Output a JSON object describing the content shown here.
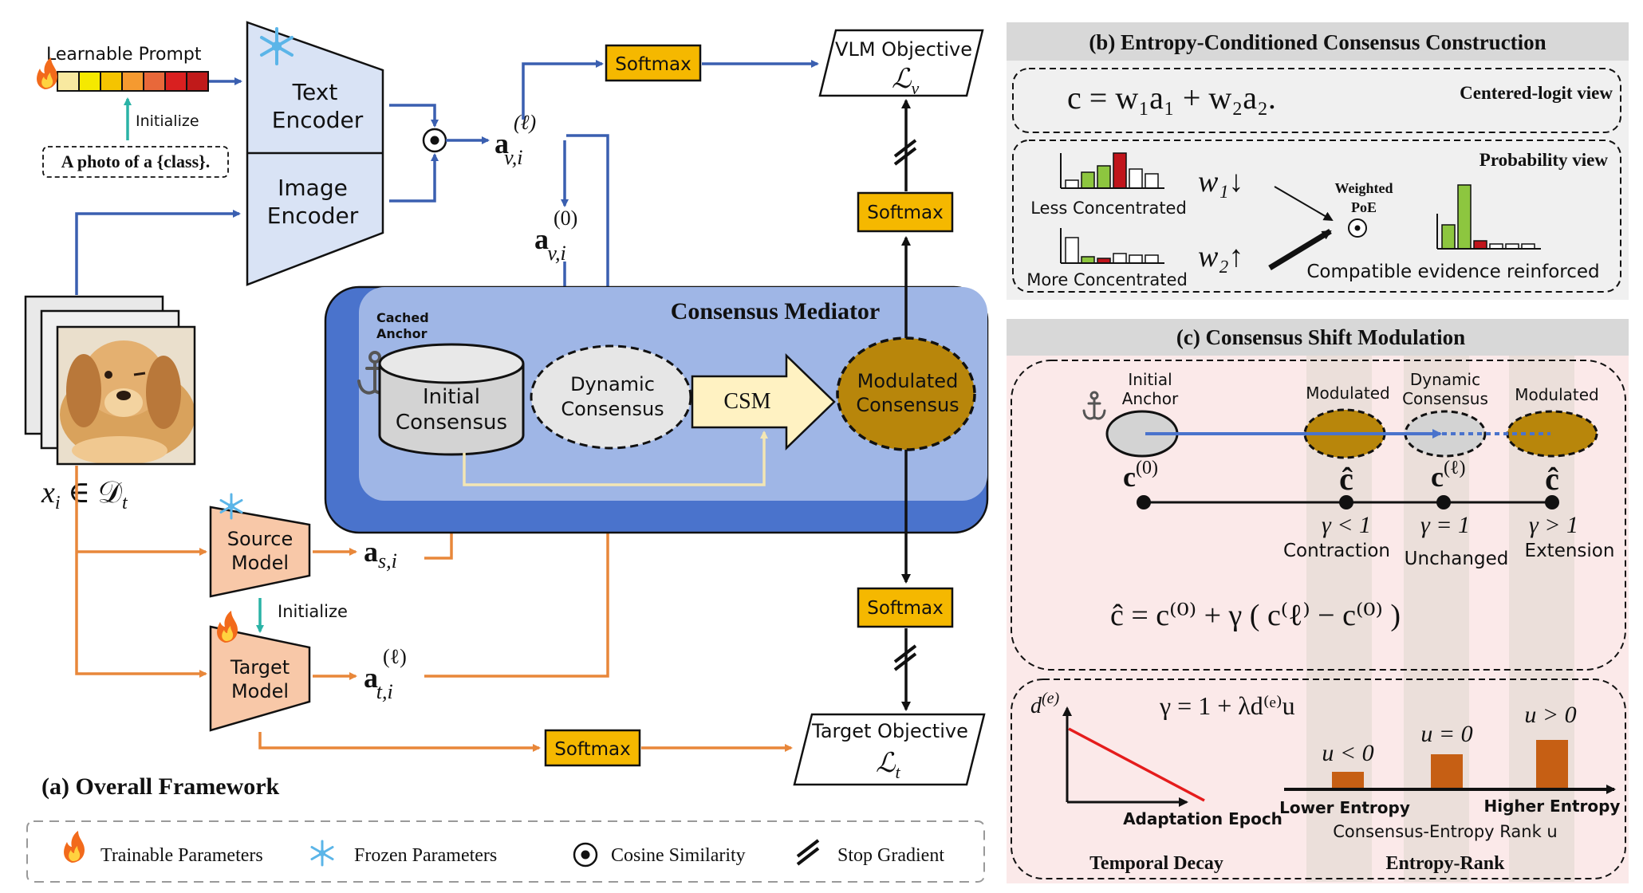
{
  "panel_a": {
    "title": "(a) Overall Framework",
    "learnable_prompt": "Learnable Prompt",
    "prompt_text": "A photo of a {class}.",
    "initialize_1": "Initialize",
    "initialize_2": "Initialize",
    "text_encoder": [
      "Text",
      "Encoder"
    ],
    "image_encoder": [
      "Image",
      "Encoder"
    ],
    "source_model": [
      "Source",
      "Model"
    ],
    "target_model": [
      "Target",
      "Model"
    ],
    "softmax": "Softmax",
    "vlm_objective": "VLM Objective",
    "vlm_loss": "ℒ",
    "vlm_loss_sub": "v",
    "target_objective": "Target Objective",
    "target_loss": "ℒ",
    "target_loss_sub": "t",
    "input_label": "x",
    "input_sub": "i",
    "input_set": " ∈ 𝒟",
    "input_set_sub": "t",
    "a_vi_l": {
      "base": "a",
      "sub": "v,i",
      "sup": "(ℓ)"
    },
    "a_vi_0": {
      "base": "a",
      "sub": "v,i",
      "sup": "(0)"
    },
    "a_si": {
      "base": "a",
      "sub": "s,i"
    },
    "a_ti_l": {
      "base": "a",
      "sub": "t,i",
      "sup": "(ℓ)"
    },
    "mediator_title": "Consensus Mediator",
    "cached_anchor": [
      "Cached",
      "Anchor"
    ],
    "initial_consensus": [
      "Initial",
      "Consensus"
    ],
    "dynamic_consensus": [
      "Dynamic",
      "Consensus"
    ],
    "csm": "CSM",
    "modulated_consensus": [
      "Modulated",
      "Consensus"
    ]
  },
  "legend": {
    "trainable": "Trainable Parameters",
    "frozen": "Frozen Parameters",
    "cosine": "Cosine Similarity",
    "stop_gradient": "Stop Gradient"
  },
  "panel_b": {
    "title": "(b) Entropy-Conditioned Consensus Construction",
    "formula": "c = w₁a₁ + w₂a₂.",
    "centered_view": "Centered-logit view",
    "probability_view": "Probability view",
    "less_concentrated": "Less Concentrated",
    "more_concentrated": "More Concentrated",
    "w1": "w₁↓",
    "w2": "w₂↑",
    "weighted_poe": [
      "Weighted",
      "PoE"
    ],
    "compatible": "Compatible evidence reinforced"
  },
  "panel_c": {
    "title": "(c) Consensus Shift Modulation",
    "initial_anchor": [
      "Initial",
      "Anchor"
    ],
    "modulated_1": "Modulated",
    "dynamic_consensus": [
      "Dynamic",
      "Consensus"
    ],
    "modulated_2": "Modulated",
    "c0": "c",
    "c0_sup": "(0)",
    "chat": "ĉ",
    "cl": "c",
    "cl_sup": "(ℓ)",
    "gamma_lt": "γ < 1",
    "gamma_eq": "γ = 1",
    "gamma_gt": "γ > 1",
    "contraction": "Contraction",
    "unchanged": "Unchanged",
    "extension": "Extension",
    "formula": "ĉ = c⁽⁰⁾ + γ ( c⁽ℓ⁾ − c⁽⁰⁾ )",
    "gamma_formula": "γ = 1 + λd⁽ᵉ⁾u",
    "d_axis": "d",
    "d_axis_sup": "(e)",
    "adaptation_epoch": "Adaptation Epoch",
    "u_lt": "u < 0",
    "u_eq": "u = 0",
    "u_gt": "u > 0",
    "lower_entropy": "Lower Entropy",
    "higher_entropy": "Higher Entropy",
    "rank_label": "Consensus-Entropy Rank u",
    "temporal_decay": "Temporal Decay",
    "entropy_rank": "Entropy-Rank"
  },
  "colors": {
    "blue_arrow": "#3a5fb0",
    "orange_arrow": "#e8873a",
    "softmax_fill": "#f5b800",
    "mediator_outer": "#4a73cc",
    "mediator_inner": "#9fb6e6",
    "model_fill": "#f8c8a8",
    "encoder_fill": "#d9e3f5",
    "modulated_fill": "#b8860b",
    "csm_fill": "#fff2c2",
    "panel_b_bg": "#f0f0f0",
    "panel_c_bg": "#fbe9e9",
    "teal_arrow": "#2ab3a6"
  },
  "prompt_token_colors": [
    "#f8e9a0",
    "#f5e900",
    "#f5c400",
    "#f59a30",
    "#e8683a",
    "#d92020",
    "#c01a1a"
  ]
}
